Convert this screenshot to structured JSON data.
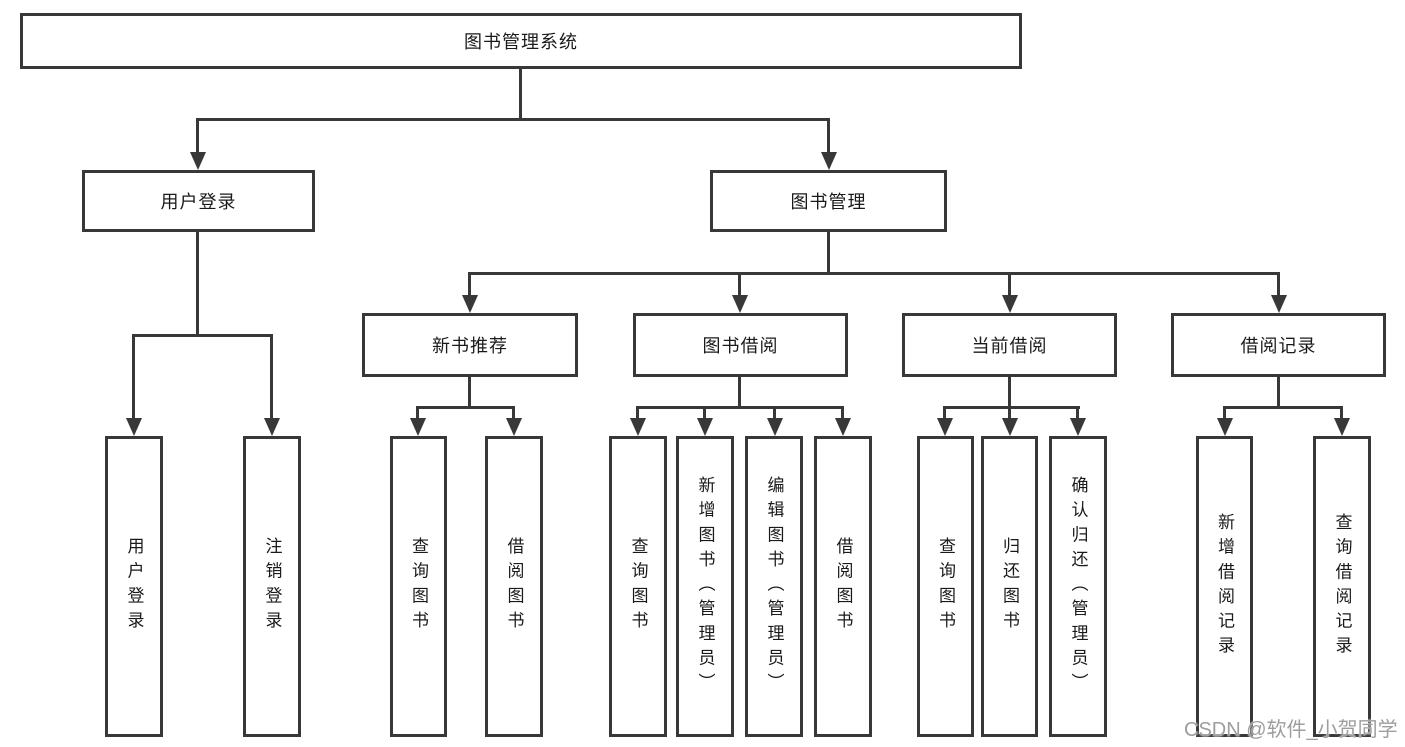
{
  "diagram": {
    "type": "hierarchy-tree",
    "levels": 3
  },
  "nodes": {
    "root": "图书管理系统",
    "user_login": "用户登录",
    "book_mgmt": "图书管理",
    "new_book_rec": "新书推荐",
    "book_borrow": "图书借阅",
    "current_borrow": "当前借阅",
    "borrow_records": "借阅记录",
    "leaf_user_login": "用户登录",
    "leaf_logout": "注销登录",
    "leaf_rec_query": "查询图书",
    "leaf_rec_borrow": "借阅图书",
    "leaf_bb_query": "查询图书",
    "leaf_bb_add": "新增图书（管理员）",
    "leaf_bb_edit": "编辑图书（管理员）",
    "leaf_bb_borrow": "借阅图书",
    "leaf_cb_query": "查询图书",
    "leaf_cb_return": "归还图书",
    "leaf_cb_confirm": "确认归还（管理员）",
    "leaf_br_add": "新增借阅记录",
    "leaf_br_query": "查询借阅记录"
  },
  "watermark": "CSDN @软件_小贺同学",
  "colors": {
    "line": "#383838",
    "text": "#1a1a1a",
    "watermark": "#9e9e9e",
    "background": "#ffffff"
  }
}
